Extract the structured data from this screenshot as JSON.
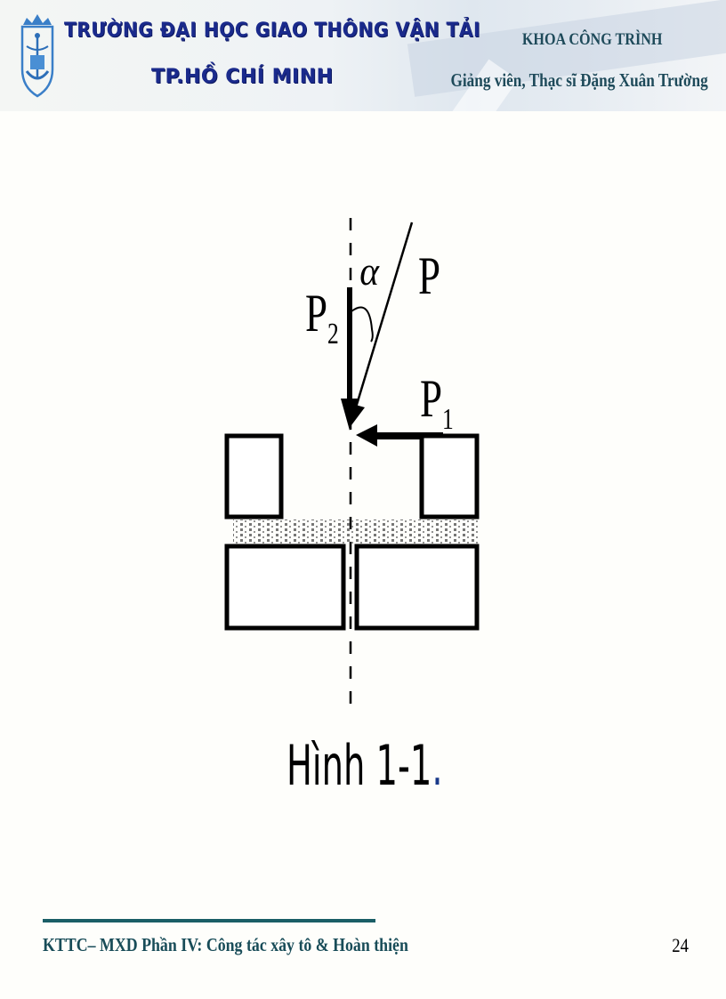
{
  "header": {
    "school_name_line1": "TRƯỜNG ĐẠI HỌC GIAO THÔNG VẬN TẢI",
    "school_name_line2": "TP.HỒ CHÍ MINH",
    "faculty": "KHOA CÔNG TRÌNH",
    "lecturer": "Giảng viên, Thạc sĩ Đặng Xuân Trường",
    "logo_icon": "university-crest-icon",
    "colors": {
      "school_name": "#1a2a8c",
      "faculty_text": "#1e4a5a"
    }
  },
  "figure": {
    "labels": {
      "force_p": "P",
      "force_p2": "P",
      "force_p2_sub": "2",
      "force_p1": "P",
      "force_p1_sub": "1",
      "angle": "α"
    },
    "caption": "Hình 1-1",
    "caption_period": "."
  },
  "footer": {
    "course_text": "KTTC– MXD Phần IV: Công tác xây tô & Hoàn thiện",
    "page_number": "24",
    "rule_color": "#1a5e66"
  }
}
